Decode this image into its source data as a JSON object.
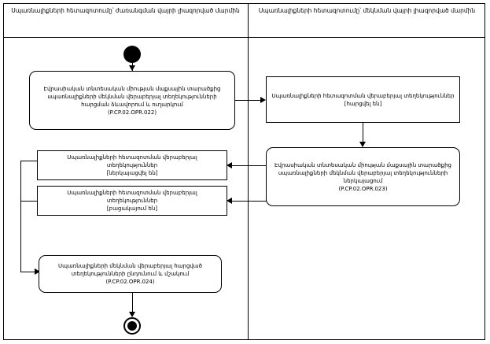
{
  "diagram": {
    "type": "activity-diagram",
    "lanes": [
      {
        "id": "left",
        "title": "Սպառնալիքների հետազոտումը՝ ժառանգման վայրի լիազորված մարմին"
      },
      {
        "id": "right",
        "title": "Սպառնալիքների հետազոտումը՝ մեկնման վայրի լիազորված մարմին"
      }
    ],
    "nodes": {
      "start": {
        "name": "start-node",
        "label": ""
      },
      "left_activity_1": {
        "label": "Էվրասիական տնտեսական միության մաքսային տարածքից սպառնալիքների մեկնման վերաբերյալ տեղեկությունների հարցման ձևավորում և ուղարկում\n(P.CP.02.OPR.022)"
      },
      "right_activity_1": {
        "label": "Սպառնալիքների հետազոտման վերաբերյալ տեղեկություններ\n[հարցվել են]"
      },
      "right_activity_2": {
        "label": "Էվրասիական տնտեսական միության մաքսային տարածքից սպառնալիքների մեկնման վերաբերյալ տեղեկությունների ներկայացում\n(P.CP.02.OPR.023)"
      },
      "left_object_1": {
        "label": "Սպառնալիքների հետազոտման վերաբերյալ տեղեկություններ\n[ներկայացվել են]"
      },
      "left_object_2": {
        "label": "Սպառնալիքների հետազոտման վերաբերյալ տեղեկություններ\n[բացակայում են]"
      },
      "left_activity_2": {
        "label": "Սպառնալիքների մեկնման վերաբերյալ հարցված տեղեկությունների ընդունում և մշակում\n(P.CP.02.OPR.024)"
      },
      "end": {
        "name": "end-node",
        "label": ""
      }
    },
    "colors": {
      "line": "#000000",
      "fill": "#ffffff",
      "text": "#000000"
    }
  }
}
